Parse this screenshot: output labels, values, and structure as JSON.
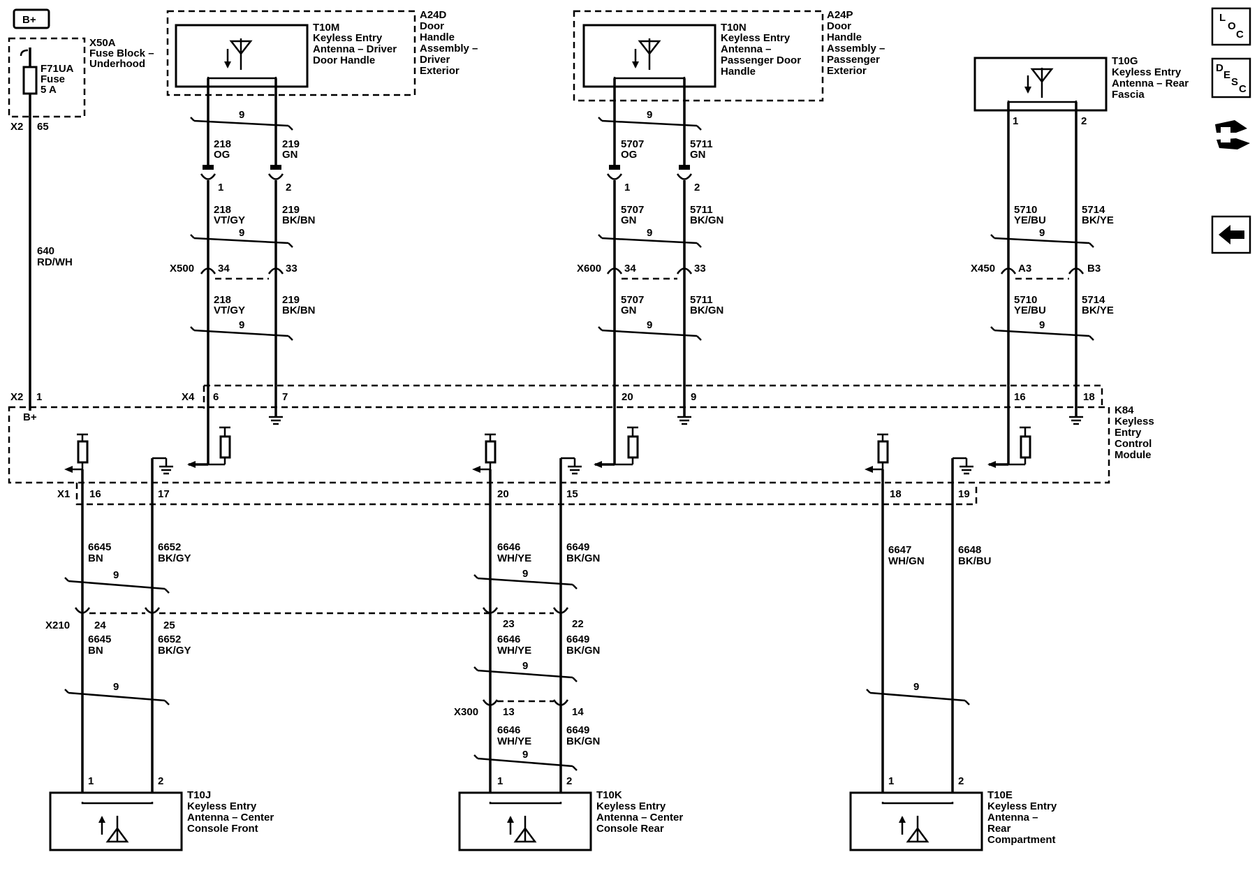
{
  "power": {
    "label": "B+"
  },
  "fuse_block": {
    "name": "X50A",
    "desc1": "Fuse Block –",
    "desc2": "Underhood",
    "fuse_name": "F71UA",
    "fuse_word": "Fuse",
    "fuse_rating": "5 A",
    "conn": "X2",
    "pin": "65"
  },
  "supply_wire": {
    "circuit": "640",
    "color": "RD/WH"
  },
  "antennas_top": [
    {
      "id": "T10M",
      "l1": "Keyless Entry",
      "l2": "Antenna – Driver",
      "l3": "Door Handle",
      "assy": [
        "A24D",
        "Door",
        "Handle",
        "Assembly –",
        "Driver",
        "Exterior"
      ],
      "pin1": "1",
      "pin2": "2"
    },
    {
      "id": "T10N",
      "l1": "Keyless Entry",
      "l2": "Antenna –",
      "l3": "Passenger Door",
      "l4": "Handle",
      "assy": [
        "A24P",
        "Door",
        "Handle",
        "Assembly –",
        "Passenger",
        "Exterior"
      ],
      "pin1": "1",
      "pin2": "2"
    },
    {
      "id": "T10G",
      "l1": "Keyless Entry",
      "l2": "Antenna – Rear",
      "l3": "Fascia",
      "pin1": "1",
      "pin2": "2"
    }
  ],
  "top_wires": [
    {
      "a_c1": "218",
      "a_k1": "OG",
      "a_c2": "219",
      "a_k2": "GN",
      "b_c1": "218",
      "b_k1": "VT/GY",
      "b_c2": "219",
      "b_k2": "BK/BN",
      "inline": "X500",
      "ip1": "34",
      "ip2": "33",
      "c_c1": "218",
      "c_k1": "VT/GY",
      "c_c2": "219",
      "c_k2": "BK/BN"
    },
    {
      "a_c1": "5707",
      "a_k1": "OG",
      "a_c2": "5711",
      "a_k2": "GN",
      "b_c1": "5707",
      "b_k1": "GN",
      "b_c2": "5711",
      "b_k2": "BK/GN",
      "inline": "X600",
      "ip1": "34",
      "ip2": "33",
      "c_c1": "5707",
      "c_k1": "GN",
      "c_c2": "5711",
      "c_k2": "BK/GN"
    },
    {
      "b_c1": "5710",
      "b_k1": "YE/BU",
      "b_c2": "5714",
      "b_k2": "BK/YE",
      "inline": "X450",
      "ip1": "A3",
      "ip2": "B3",
      "c_c1": "5710",
      "c_k1": "YE/BU",
      "c_c2": "5714",
      "c_k2": "BK/YE"
    }
  ],
  "twist": "9",
  "module": {
    "name": "K84",
    "l1": "Keyless",
    "l2": "Entry",
    "l3": "Control",
    "l4": "Module",
    "bplus": "B+",
    "x2": "X2",
    "x2pin": "1",
    "x4": "X4",
    "x4pins": [
      "6",
      "7",
      "20",
      "9",
      "16",
      "18"
    ],
    "x1": "X1",
    "x1pins": [
      "16",
      "17",
      "20",
      "15",
      "18",
      "19"
    ]
  },
  "bottom_wires": [
    {
      "c1": "6645",
      "k1": "BN",
      "c2": "6652",
      "k2": "BK/GY",
      "inline": "X210",
      "ip1": "24",
      "ip2": "25",
      "d_c1": "6645",
      "d_k1": "BN",
      "d_c2": "6652",
      "d_k2": "BK/GY"
    },
    {
      "c1": "6646",
      "k1": "WH/YE",
      "c2": "6649",
      "k2": "BK/GN",
      "ip1": "23",
      "ip2": "22",
      "d_c1": "6646",
      "d_k1": "WH/YE",
      "d_c2": "6649",
      "d_k2": "BK/GN",
      "inline2": "X300",
      "i2p1": "13",
      "i2p2": "14",
      "e_c1": "6646",
      "e_k1": "WH/YE",
      "e_c2": "6649",
      "e_k2": "BK/GN"
    },
    {
      "c1": "6647",
      "k1": "WH/GN",
      "c2": "6648",
      "k2": "BK/BU"
    }
  ],
  "antennas_bottom": [
    {
      "id": "T10J",
      "l1": "Keyless Entry",
      "l2": "Antenna – Center",
      "l3": "Console Front",
      "pin1": "1",
      "pin2": "2"
    },
    {
      "id": "T10K",
      "l1": "Keyless Entry",
      "l2": "Antenna – Center",
      "l3": "Console Rear",
      "pin1": "1",
      "pin2": "2"
    },
    {
      "id": "T10E",
      "l1": "Keyless Entry",
      "l2": "Antenna –",
      "l3": "Rear",
      "l4": "Compartment",
      "pin1": "1",
      "pin2": "2"
    }
  ],
  "side_buttons": {
    "loc": [
      "L",
      "O",
      "C"
    ],
    "desc": [
      "D",
      "E",
      "S",
      "C"
    ],
    "icons": [
      "connector-view-icon",
      "back-arrow-icon"
    ]
  }
}
